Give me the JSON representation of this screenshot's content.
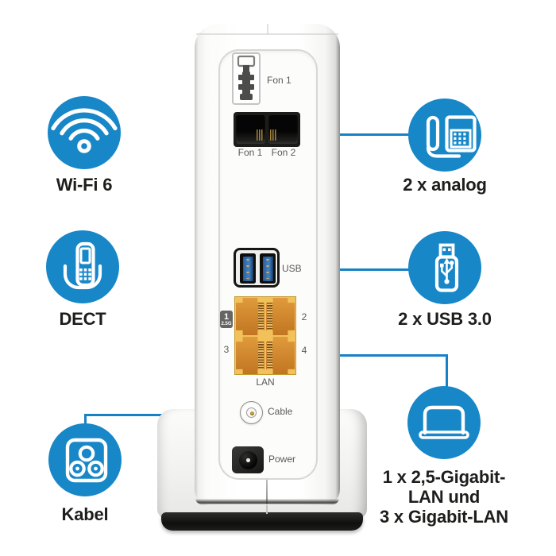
{
  "callouts": {
    "left": [
      {
        "icon": "wifi-icon",
        "label": "Wi-Fi 6"
      },
      {
        "icon": "dect-phone-icon",
        "label": "DECT"
      },
      {
        "icon": "cable-socket-icon",
        "label": "Kabel"
      }
    ],
    "right": [
      {
        "icon": "analog-phone-icon",
        "label": "2 x analog"
      },
      {
        "icon": "usb-stick-icon",
        "label": "2 x USB 3.0"
      },
      {
        "icon": "laptop-icon",
        "label_line1": "1 x 2,5-Gigabit-",
        "label_line2": "LAN und",
        "label_line3": "3 x Gigabit-LAN"
      }
    ]
  },
  "router": {
    "tae_label": "Fon 1",
    "rj11_label_1": "Fon 1",
    "rj11_label_2": "Fon 2",
    "usb_label": "USB",
    "lan_port1_number": "1",
    "lan_port1_speed": "2.5G",
    "lan_port2_number": "2",
    "lan_port3_number": "3",
    "lan_port4_number": "4",
    "lan_label": "LAN",
    "cable_label": "Cable",
    "power_label": "Power"
  },
  "colors": {
    "accent_blue": "#1787c8",
    "label_text": "#1d1d1b",
    "port_label_text": "#5a5a58",
    "lan_orange": "#cd8630",
    "usb_blue": "#3a7abd"
  }
}
